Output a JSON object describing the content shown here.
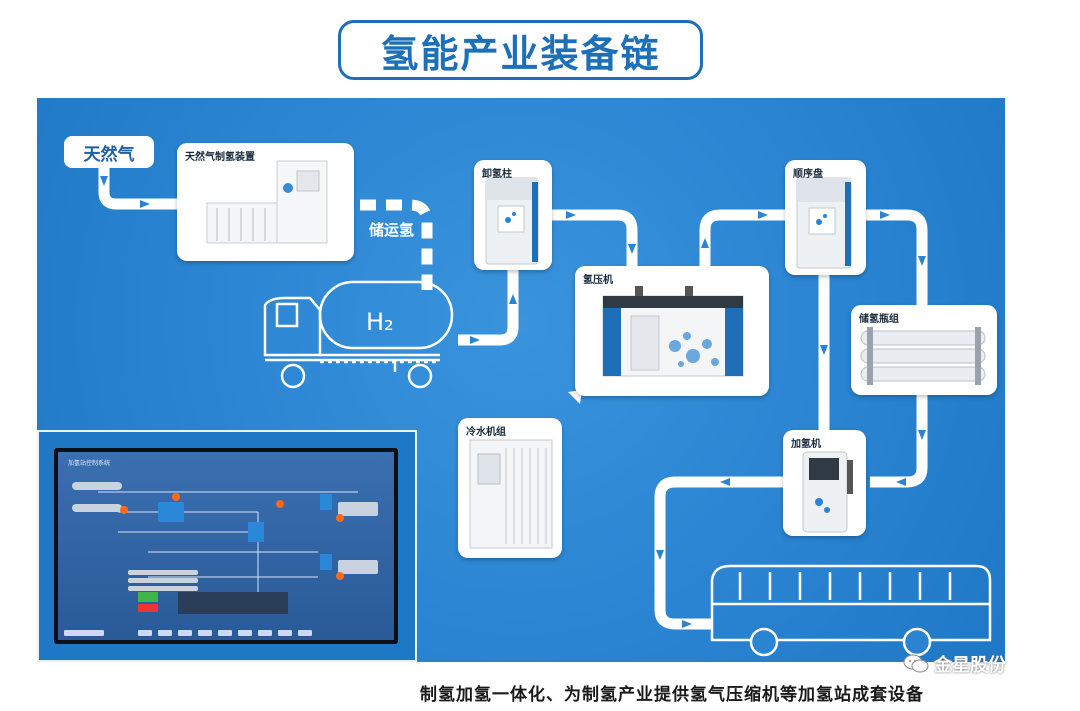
{
  "title": "氢能产业装备链",
  "tags": {
    "natural_gas": "天然气",
    "storage_transport": "储运氢",
    "h2": "H₂"
  },
  "equipment": {
    "hydrogen_plant": "天然气制氢装置",
    "unloading_post": "卸氢柱",
    "compressor": "氢压机",
    "sequence_panel": "顺序盘",
    "storage_bank": "储氢瓶组",
    "dispenser": "加氢机",
    "chiller": "冷水机组"
  },
  "monitor": {
    "title": "加氢站控制系统"
  },
  "caption": "制氢加氢一体化、为制氢产业提供氢气压缩机等加氢站成套设备",
  "brand": "金星股份",
  "colors": {
    "panel_blue": "#2a84d2",
    "title_blue": "#1d6fb8",
    "flow_white": "#ffffff"
  }
}
